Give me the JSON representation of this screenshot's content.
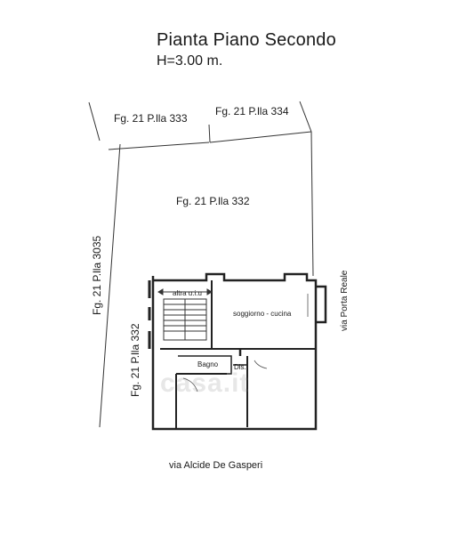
{
  "title": "Pianta Piano Secondo",
  "height": "H=3.00 m.",
  "parcels": {
    "p333": "Fg. 21 P.lla 333",
    "p334": "Fg. 21 P.lla 334",
    "p332_top": "Fg. 21 P.lla 332",
    "p3035": "Fg. 21 P.lla 3035",
    "p332_side": "Fg. 21 P.lla 332"
  },
  "streets": {
    "right": "via Porta Reale",
    "bottom": "via Alcide De Gasperi"
  },
  "rooms": {
    "other_unit": "altra u.i.u",
    "living_kitchen": "soggiorno - cucina",
    "bathroom": "Bagno",
    "storage": "Dis."
  },
  "watermark": "casa.it"
}
